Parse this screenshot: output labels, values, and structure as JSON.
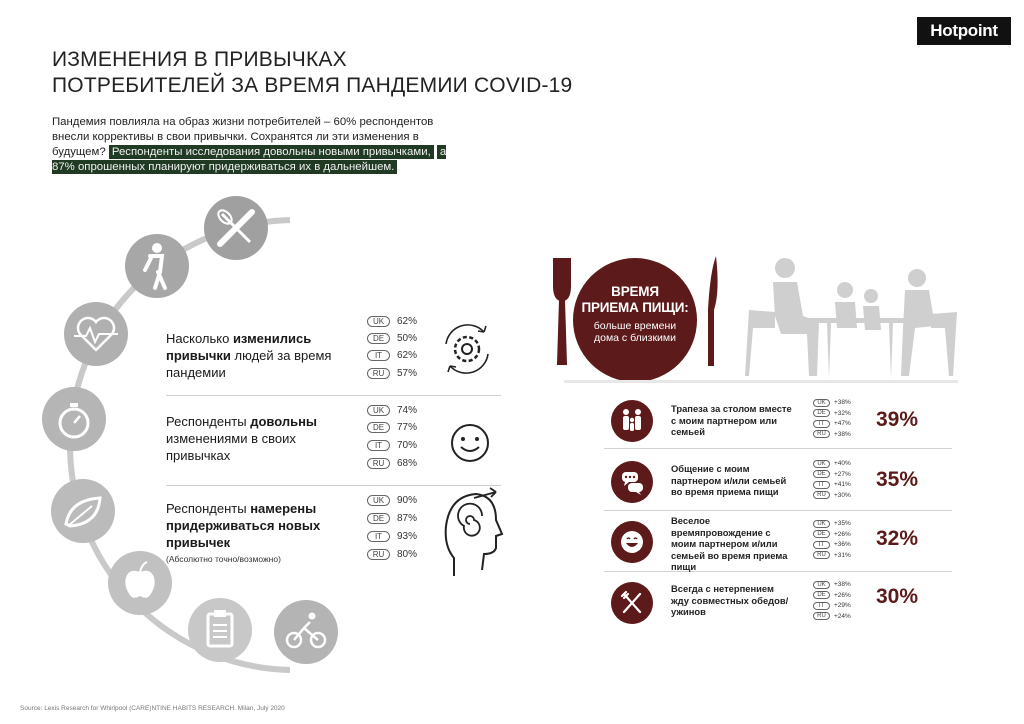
{
  "brand": {
    "logo_text": "Hotpoint"
  },
  "header": {
    "title_line1": "ИЗМЕНЕНИЯ В ПРИВЫЧКАХ",
    "title_line2": "ПОТРЕБИТЕЛЕЙ ЗА ВРЕМЯ ПАНДЕМИИ COVID-19"
  },
  "intro": {
    "plain": "Пандемия повлияла на образ жизни потребителей – 60% респондентов внесли коррективы в свои привычки. Сохранятся ли эти изменения в будущем?",
    "highlight_line1": "Респонденты исследования довольны новыми привычками,",
    "highlight_line2": "а 87% опрошенных планируют придерживаться их в дальнейшем."
  },
  "ring_icons": [
    "whisk-rolling-pin-icon",
    "person-stretching-icon",
    "heart-pulse-icon",
    "stopwatch-icon",
    "leaf-icon",
    "apple-icon",
    "clipboard-icon",
    "cyclist-icon"
  ],
  "stats": [
    {
      "pre": "Насколько ",
      "bold": "изменились привычки",
      "post": " людей за время пандемии",
      "icon": "gears-cycle-icon",
      "countries": [
        {
          "code": "UK",
          "value": "62%"
        },
        {
          "code": "DE",
          "value": "50%"
        },
        {
          "code": "IT",
          "value": "62%"
        },
        {
          "code": "RU",
          "value": "57%"
        }
      ]
    },
    {
      "pre": "Респонденты ",
      "bold": "довольны",
      "post": " изменениями в своих привычках",
      "icon": "smiley-icon",
      "countries": [
        {
          "code": "UK",
          "value": "74%"
        },
        {
          "code": "DE",
          "value": "77%"
        },
        {
          "code": "IT",
          "value": "70%"
        },
        {
          "code": "RU",
          "value": "68%"
        }
      ]
    },
    {
      "pre": "Респонденты ",
      "bold": "намерены придерживаться новых привычек",
      "post": "",
      "note": "(Абсолютно точно/возможно)",
      "icon": "head-spiral-icon",
      "countries": [
        {
          "code": "UK",
          "value": "90%"
        },
        {
          "code": "DE",
          "value": "87%"
        },
        {
          "code": "IT",
          "value": "93%"
        },
        {
          "code": "RU",
          "value": "80%"
        }
      ]
    }
  ],
  "meal": {
    "title_line1": "ВРЕМЯ",
    "title_line2": "ПРИЕМА ПИЩИ:",
    "sub_line1": "больше времени",
    "sub_line2": "дома с близкими"
  },
  "meal_rows": [
    {
      "text": "Трапеза за столом вместе с моим партнером или семьей",
      "pct": "39%",
      "icon": "family-icon",
      "countries": [
        {
          "code": "UK",
          "value": "+38%"
        },
        {
          "code": "DE",
          "value": "+32%"
        },
        {
          "code": "IT",
          "value": "+47%"
        },
        {
          "code": "RU",
          "value": "+38%"
        }
      ]
    },
    {
      "text": "Общение с моим партнером и/или семьей во время приема пищи",
      "pct": "35%",
      "icon": "chat-bubbles-icon",
      "countries": [
        {
          "code": "UK",
          "value": "+40%"
        },
        {
          "code": "DE",
          "value": "+27%"
        },
        {
          "code": "IT",
          "value": "+41%"
        },
        {
          "code": "RU",
          "value": "+30%"
        }
      ]
    },
    {
      "text": "Веселое времяпровождение с моим партнером и/или семьей во время приема пищи",
      "pct": "32%",
      "icon": "laughing-face-icon",
      "countries": [
        {
          "code": "UK",
          "value": "+35%"
        },
        {
          "code": "DE",
          "value": "+26%"
        },
        {
          "code": "IT",
          "value": "+36%"
        },
        {
          "code": "RU",
          "value": "+31%"
        }
      ]
    },
    {
      "text": "Всегда с нетерпением жду совместных обедов/ужинов",
      "pct": "30%",
      "icon": "fork-knife-icon",
      "countries": [
        {
          "code": "UK",
          "value": "+38%"
        },
        {
          "code": "DE",
          "value": "+26%"
        },
        {
          "code": "IT",
          "value": "+29%"
        },
        {
          "code": "RU",
          "value": "+24%"
        }
      ]
    }
  ],
  "footer": {
    "source": "Source: Lexis Research for Whirlpool (CARE)NTINE HABITS RESEARCH. Milan, July 2020"
  },
  "colors": {
    "accent": "#5c1a1a",
    "highlight_bg": "#203a24",
    "ring_gray": "#9c9c9c"
  }
}
